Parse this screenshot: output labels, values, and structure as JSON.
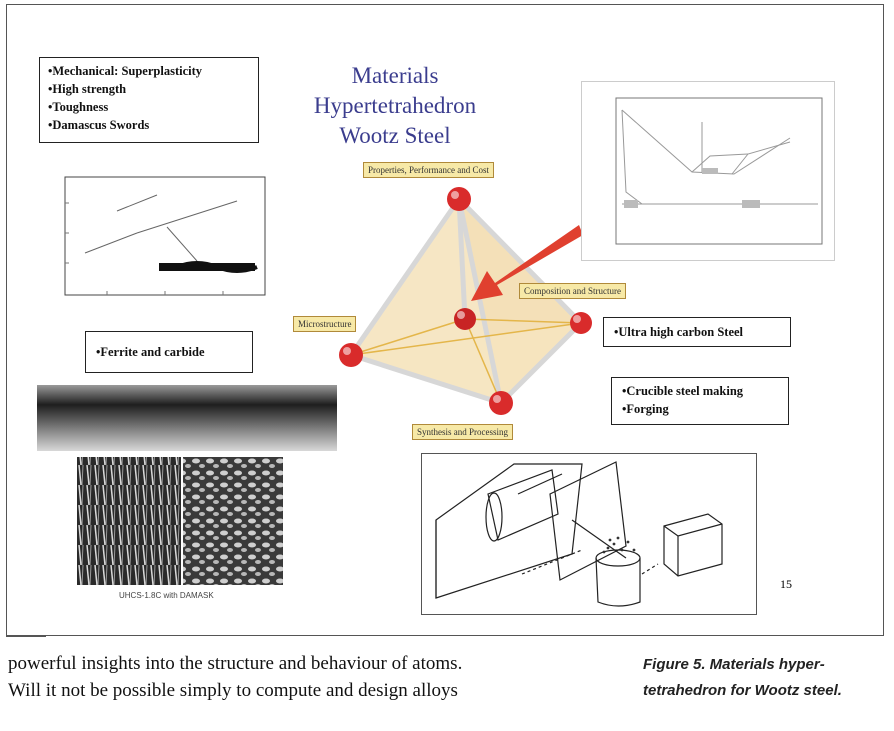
{
  "slide": {
    "title_lines": [
      "Materials",
      "Hypertetrahedron",
      "Wootz Steel"
    ],
    "property_box": [
      "•Mechanical: Superplasticity",
      "•High strength",
      "•Toughness",
      "•Damascus Swords"
    ],
    "ferrite_box": "•Ferrite and carbide",
    "uhcs_box": "•Ultra high carbon Steel",
    "process_box": [
      "•Crucible steel making",
      "•Forging"
    ],
    "vertex_labels": {
      "top": "Properties, Performance and Cost",
      "right": "Composition and Structure",
      "left": "Microstructure",
      "bottom": "Synthesis and Processing"
    },
    "micrograph_caption": "UHCS-1.8C with DAMASK",
    "page_number": "15",
    "colors": {
      "title": "#3b3d8e",
      "label_fill": "#f7e9a7",
      "sphere": "#d92b2b",
      "arrow": "#e0402f",
      "tetra_fill": "#f3deb0"
    }
  },
  "body": {
    "lines": [
      "powerful insights into the structure and behaviour of atoms.",
      "Will it not be possible simply to compute and design alloys"
    ]
  },
  "figure_caption": {
    "lines": [
      "Figure 5. Materials hyper-",
      "tetrahedron for Wootz steel."
    ]
  }
}
